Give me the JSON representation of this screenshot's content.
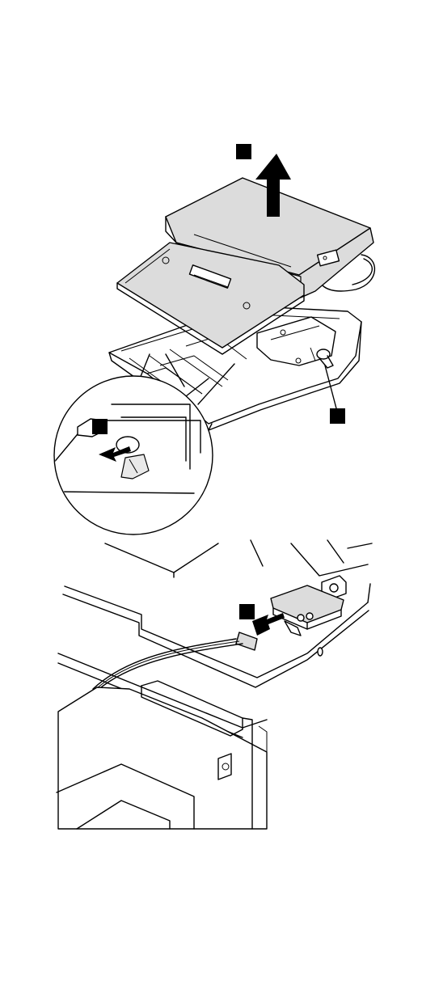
{
  "figure": {
    "step_markers": [
      {
        "id": "step-marker-top-arrow",
        "label": ""
      },
      {
        "id": "step-marker-screw",
        "label": ""
      },
      {
        "id": "step-marker-detail",
        "label": ""
      },
      {
        "id": "step-marker-connector",
        "label": ""
      }
    ],
    "colors": {
      "line": "#000000",
      "fill_grey": "#dcdcdc",
      "fill_light": "#e9e9e9",
      "background": "#ffffff"
    }
  }
}
